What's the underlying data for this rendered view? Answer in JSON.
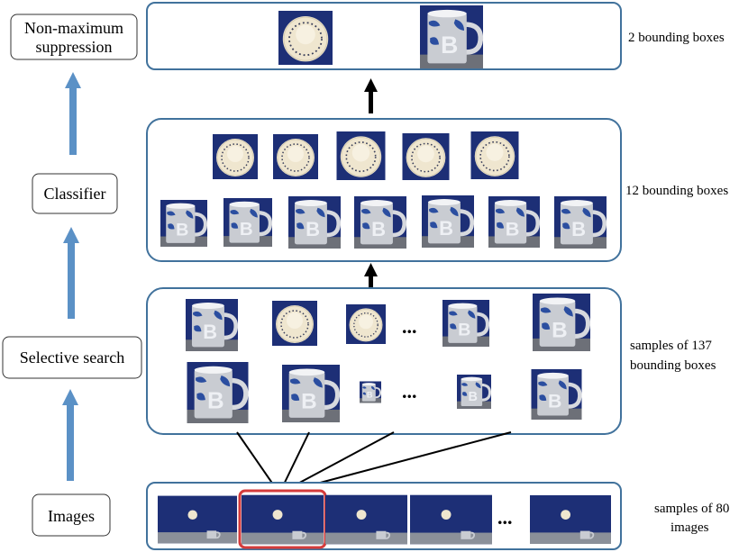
{
  "stages": {
    "nms": {
      "line1": "Non-maximum",
      "line2": "suppression"
    },
    "classifier": "Classifier",
    "selective_search": "Selective search",
    "images": "Images"
  },
  "annotations": {
    "nms_count": "2 bounding boxes",
    "classifier_count": "12 bounding boxes",
    "ss_line1": "samples of 137",
    "ss_line2": "bounding boxes",
    "images_line1": "samples of 80",
    "images_line2": "images"
  },
  "ellipsis": "...",
  "colors": {
    "panel_border": "#41729c",
    "flow_arrow": "#5b91c6",
    "selection_border": "#d43b3b",
    "photo_background": "#1d2f76",
    "mug_body": "#c9ccd2",
    "mug_pattern": "#2b4ea0",
    "shuttlecock": "#efe6cf"
  },
  "icons": [
    "mug-thumbnail",
    "shuttlecock-thumbnail",
    "scene-photo",
    "up-arrow-icon"
  ]
}
